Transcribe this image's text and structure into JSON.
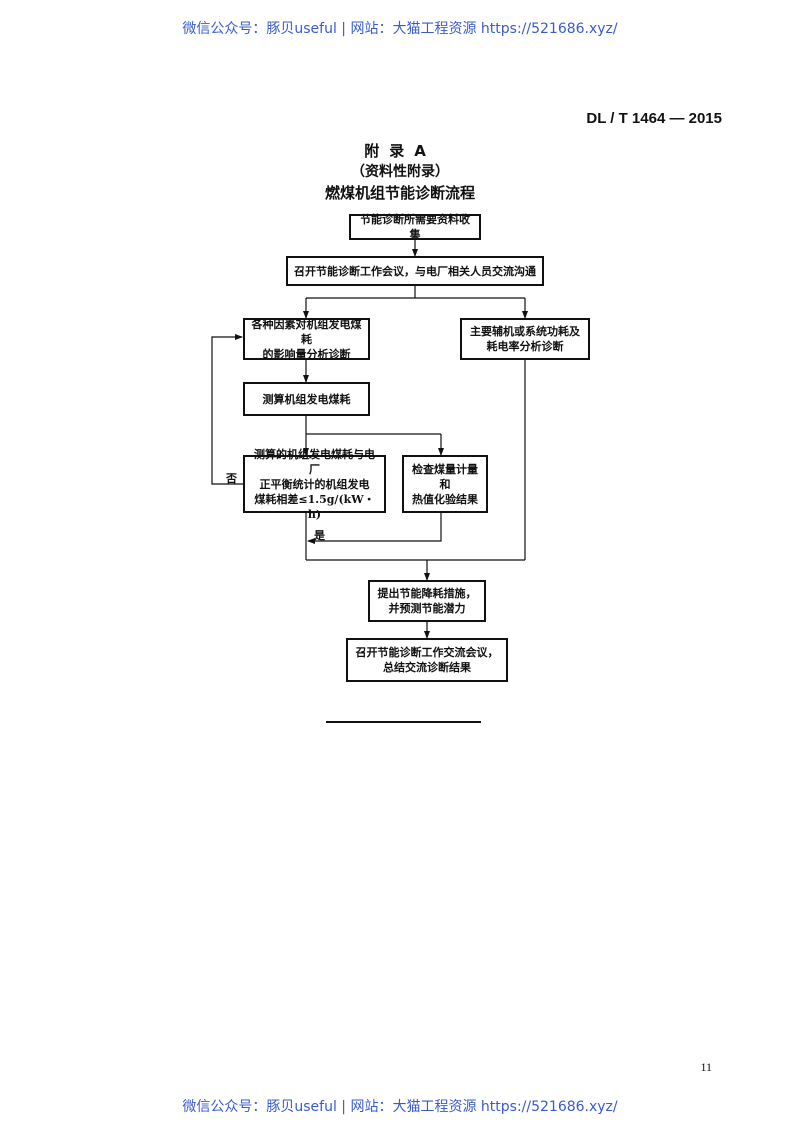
{
  "watermark": {
    "text": "微信公众号：豚贝useful | 网站：大猫工程资源 https://521686.xyz/"
  },
  "header": {
    "standard_code": "DL / T 1464 — 2015"
  },
  "appendix": {
    "title": "附录A",
    "subtitle": "（资料性附录）",
    "diagram_title": "燃煤机组节能诊断流程"
  },
  "flowchart": {
    "nodes": {
      "collect": "节能诊断所需要资料收集",
      "meeting": "召开节能诊断工作会议，与电厂相关人员交流沟通",
      "factors": "各种因素对机组发电煤耗\n的影响量分析诊断",
      "auxiliary": "主要辅机或系统功耗及\n耗电率分析诊断",
      "calc": "测算机组发电煤耗",
      "compare": "测算的机组发电煤耗与电厂\n正平衡统计的机组发电\n煤耗相差≤1.5g/(kW・h)",
      "check": "检查煤量计量和\n热值化验结果",
      "measures": "提出节能降耗措施，\n并预测节能潜力",
      "summary": "召开节能诊断工作交流会议，\n总结交流诊断结果"
    },
    "edge_labels": {
      "no": "否",
      "yes": "是"
    }
  },
  "footer": {
    "page_number": "11"
  }
}
